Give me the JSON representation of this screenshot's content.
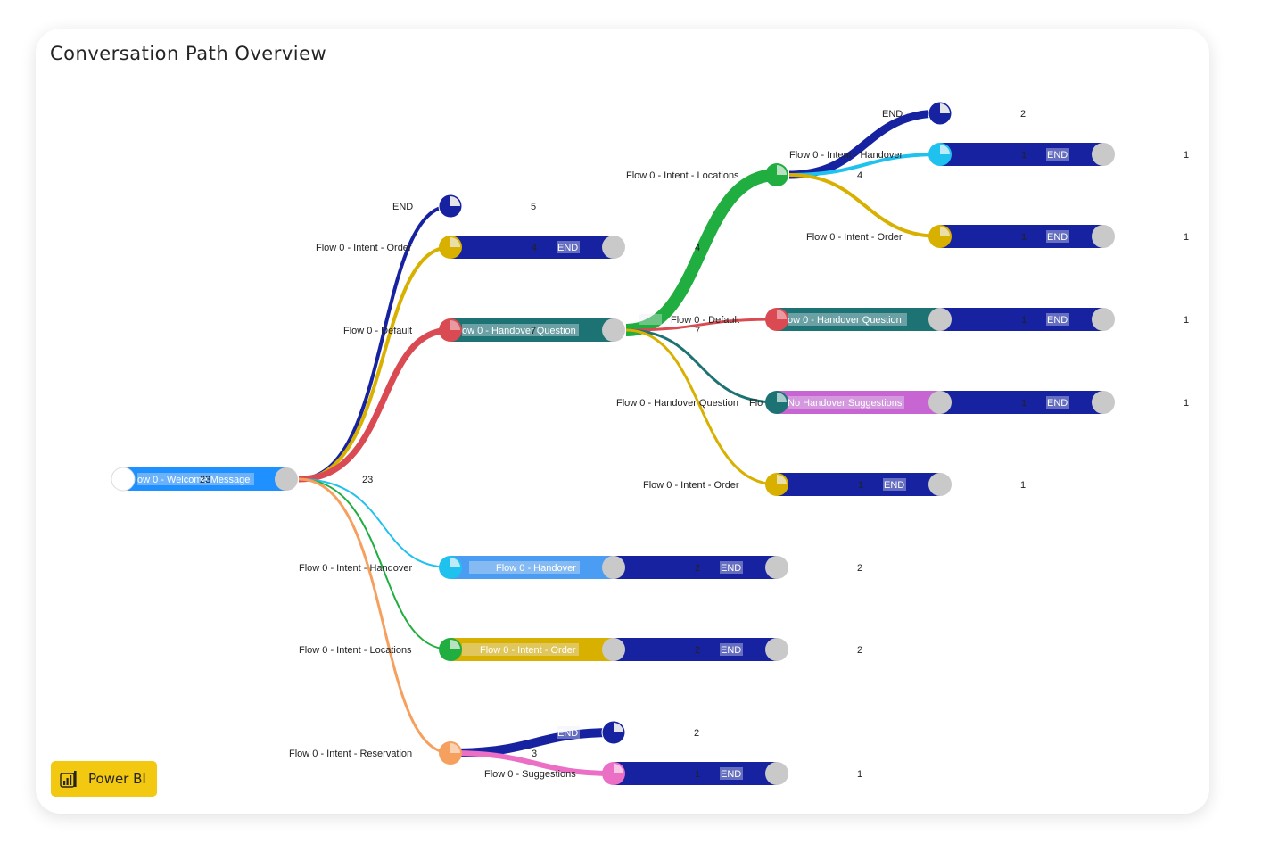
{
  "title": "Conversation Path Overview",
  "badge": {
    "label": "Power BI"
  },
  "colors": {
    "navy": "#1622a0",
    "blue": "#1e90ff",
    "teal": "#1d7373",
    "gold": "#d8b100",
    "red": "#d94a52",
    "green": "#1fae3f",
    "cyan": "#1fc1ef",
    "orange": "#f6a05f",
    "pink": "#ea6fc5",
    "purple": "#c766d2",
    "node_gray": "#c9c9c9"
  },
  "labels": {
    "root_bar": "ow 0 - Welcome Message",
    "root_bar_count": "23",
    "root_total": "23",
    "end": "END",
    "order": "Flow 0 - Intent - Order",
    "default": "Flow 0 - Default",
    "handover": "Flow 0 - Intent - Handover",
    "locations": "Flow 0 - Intent - Locations",
    "reservation": "Flow 0 - Intent - Reservation",
    "handover_question": "Flow 0 - Handover Question",
    "handover_question_bar": "ow 0 - Handover Question",
    "suggestions": "Flow 0 - Suggestions",
    "no_handover_bar": "No Handover Suggestions",
    "flo": "Flo",
    "bar_handover": "Flow 0 - Handover",
    "bar_order": "Flow 0 - Intent - Order"
  },
  "values": {
    "end5": "5",
    "order4": "4",
    "default7": "7",
    "locations_branch": "4",
    "locations_sub": "4",
    "end2_top": "2",
    "one": "1",
    "two": "2",
    "three": "3"
  }
}
